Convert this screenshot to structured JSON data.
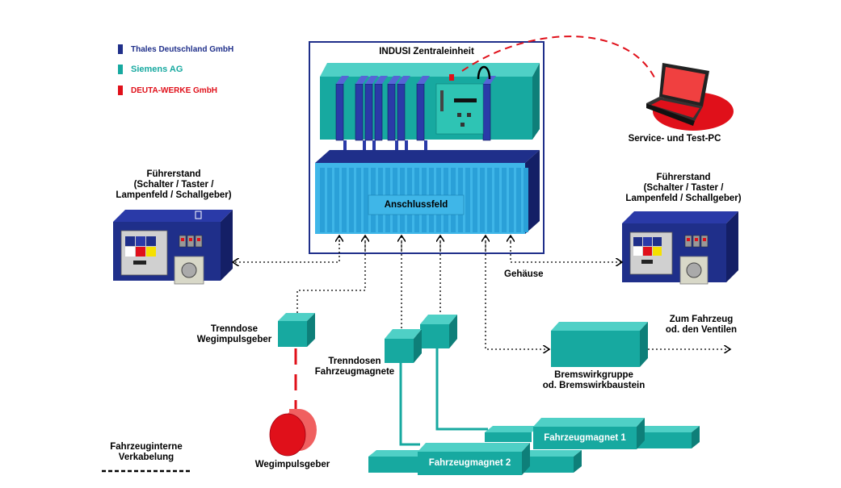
{
  "legend": [
    {
      "label": "Thales Deutschland GmbH",
      "color": "#1f2f8a"
    },
    {
      "label": "Siemens AG",
      "color": "#17a9a0"
    },
    {
      "label": "DEUTA-WERKE GmbH",
      "color": "#e0101a"
    }
  ],
  "central_unit": {
    "title": "INDUSI Zentraleinheit",
    "panel_label": "Anschlussfeld",
    "housing_label": "Gehäuse"
  },
  "service_pc": {
    "label": "Service- und Test-PC"
  },
  "cab_left": {
    "line1": "Führerstand",
    "line2": "(Schalter / Taster /",
    "line3": "Lampenfeld / Schallgeber)"
  },
  "cab_right": {
    "line1": "Führerstand",
    "line2": "(Schalter / Taster /",
    "line3": "Lampenfeld / Schallgeber)"
  },
  "odometer_box": {
    "line1": "Trenndose",
    "line2": "Wegimpulsgeber"
  },
  "magnet_boxes": {
    "line1": "Trenndosen",
    "line2": "Fahrzeugmagnete"
  },
  "brake": {
    "line1": "Bremswirkgruppe",
    "line2": "od. Bremswirkbaustein"
  },
  "vehicle": {
    "line1": "Zum Fahrzeug",
    "line2": "od. den Ventilen"
  },
  "pulse_generator": {
    "label": "Wegimpulsgeber"
  },
  "magnet1": {
    "label": "Fahrzeugmagnet 1"
  },
  "magnet2": {
    "label": "Fahrzeugmagnet 2"
  },
  "cabling": {
    "line1": "Fahrzeuginterne",
    "line2": "Verkabelung"
  },
  "colors": {
    "navy": "#1f2f8a",
    "teal": "#17a9a0",
    "cyan": "#3fb6e8",
    "red": "#e0101a"
  }
}
